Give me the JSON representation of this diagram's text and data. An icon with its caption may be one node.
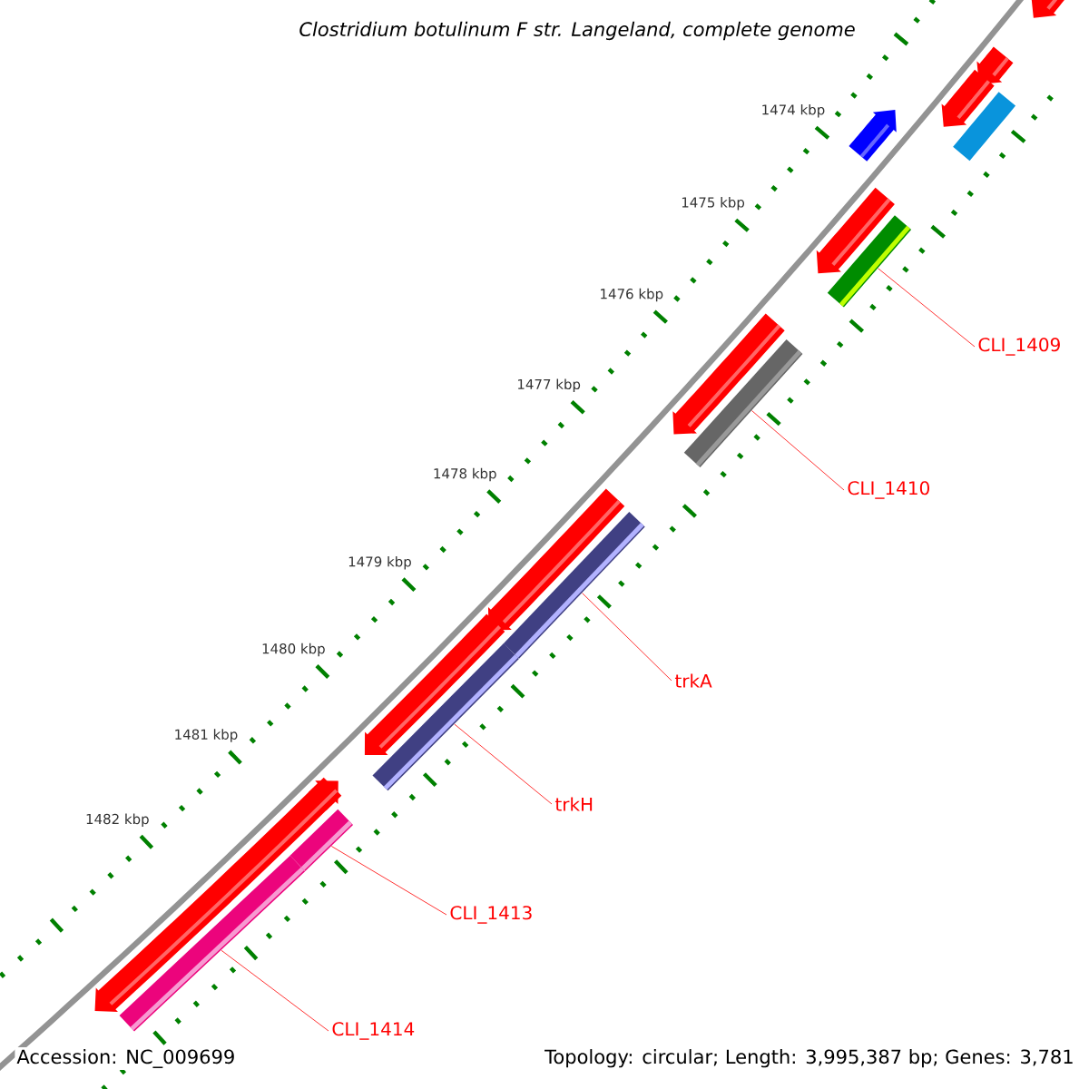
{
  "diagram": {
    "title": "Clostridium botulinum F str. Langeland, complete genome",
    "nodes": [
      {
        "text": [
          "CLI_1409"
        ]
      },
      {
        "text": [
          "CLI_1410"
        ]
      },
      {
        "text": [
          "trkA"
        ]
      },
      {
        "text": [
          "trkH"
        ]
      },
      {
        "text": [
          "CLI_1413"
        ]
      },
      {
        "text": [
          "CLI_1414"
        ]
      },
      {
        "text": [],
        "shape": "bar"
      },
      {
        "text": [],
        "shape": "bar"
      },
      {
        "text": [],
        "shape": "bar"
      },
      {
        "text": [],
        "shape": "bar"
      },
      {
        "text": [],
        "shape": "bar"
      },
      {
        "text": [],
        "shape": "bar"
      }
    ],
    "edges": [
      {
        "from": 0,
        "to": 6,
        "arrow": "none"
      },
      {
        "from": 1,
        "to": 7,
        "arrow": "none"
      },
      {
        "from": 2,
        "to": 8,
        "arrow": "none"
      },
      {
        "from": 3,
        "to": 9,
        "arrow": "none"
      },
      {
        "from": 4,
        "to": 10,
        "arrow": "none"
      },
      {
        "from": 5,
        "to": 11,
        "arrow": "none"
      }
    ],
    "labels": [
      "1474 kbp",
      "1475 kbp",
      "1476 kbp",
      "1477 kbp",
      "1478 kbp",
      "1479 kbp",
      "1480 kbp",
      "1481 kbp",
      "1482 kbp",
      "Accession: NC_009699",
      "Topology: circular; Length: 3,995,387 bp; Genes: 3,781"
    ]
  }
}
